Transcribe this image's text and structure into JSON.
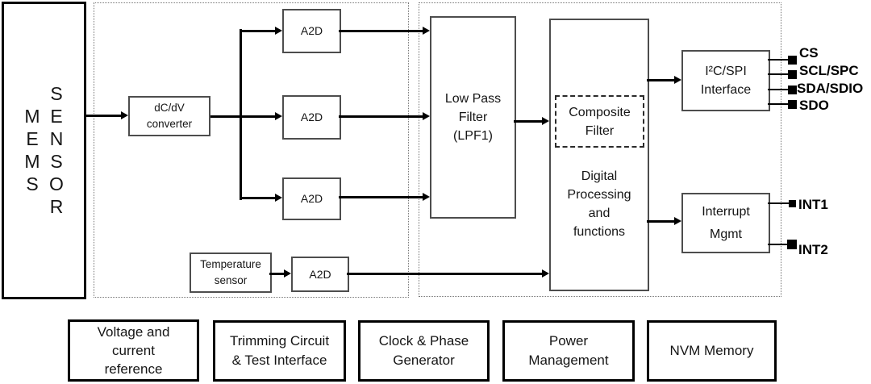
{
  "blocks": {
    "mems_word_1": "MEMS",
    "mems_word_2": "SENSOR",
    "dcdv_converter": "dC/dV\nconverter",
    "a2d": "A2D",
    "temperature_sensor": "Temperature\nsensor",
    "low_pass_filter": "Low Pass\nFilter\n(LPF1)",
    "composite_filter": "Composite\nFilter",
    "digital_processing": "Digital\nProcessing\nand\nfunctions",
    "i2c_spi_interface": "I²C/SPI\nInterface",
    "interrupt_mgmt": "Interrupt\nMgmt"
  },
  "bottom_row": [
    "Voltage and\ncurrent\nreference",
    "Trimming Circuit\n& Test Interface",
    "Clock & Phase\nGenerator",
    "Power\nManagement",
    "NVM Memory"
  ],
  "pins": {
    "spi": [
      "CS",
      "SCL/SPC",
      "SDA/SDIO",
      "SDO"
    ],
    "interrupt": [
      "INT1",
      "INT2"
    ]
  },
  "colors": {
    "background": "#ffffff",
    "line": "#000000",
    "thin_box_border": "#4d4d4d",
    "thick_box_border": "#000000",
    "dotted_border": "#777777",
    "text": "#151515"
  }
}
